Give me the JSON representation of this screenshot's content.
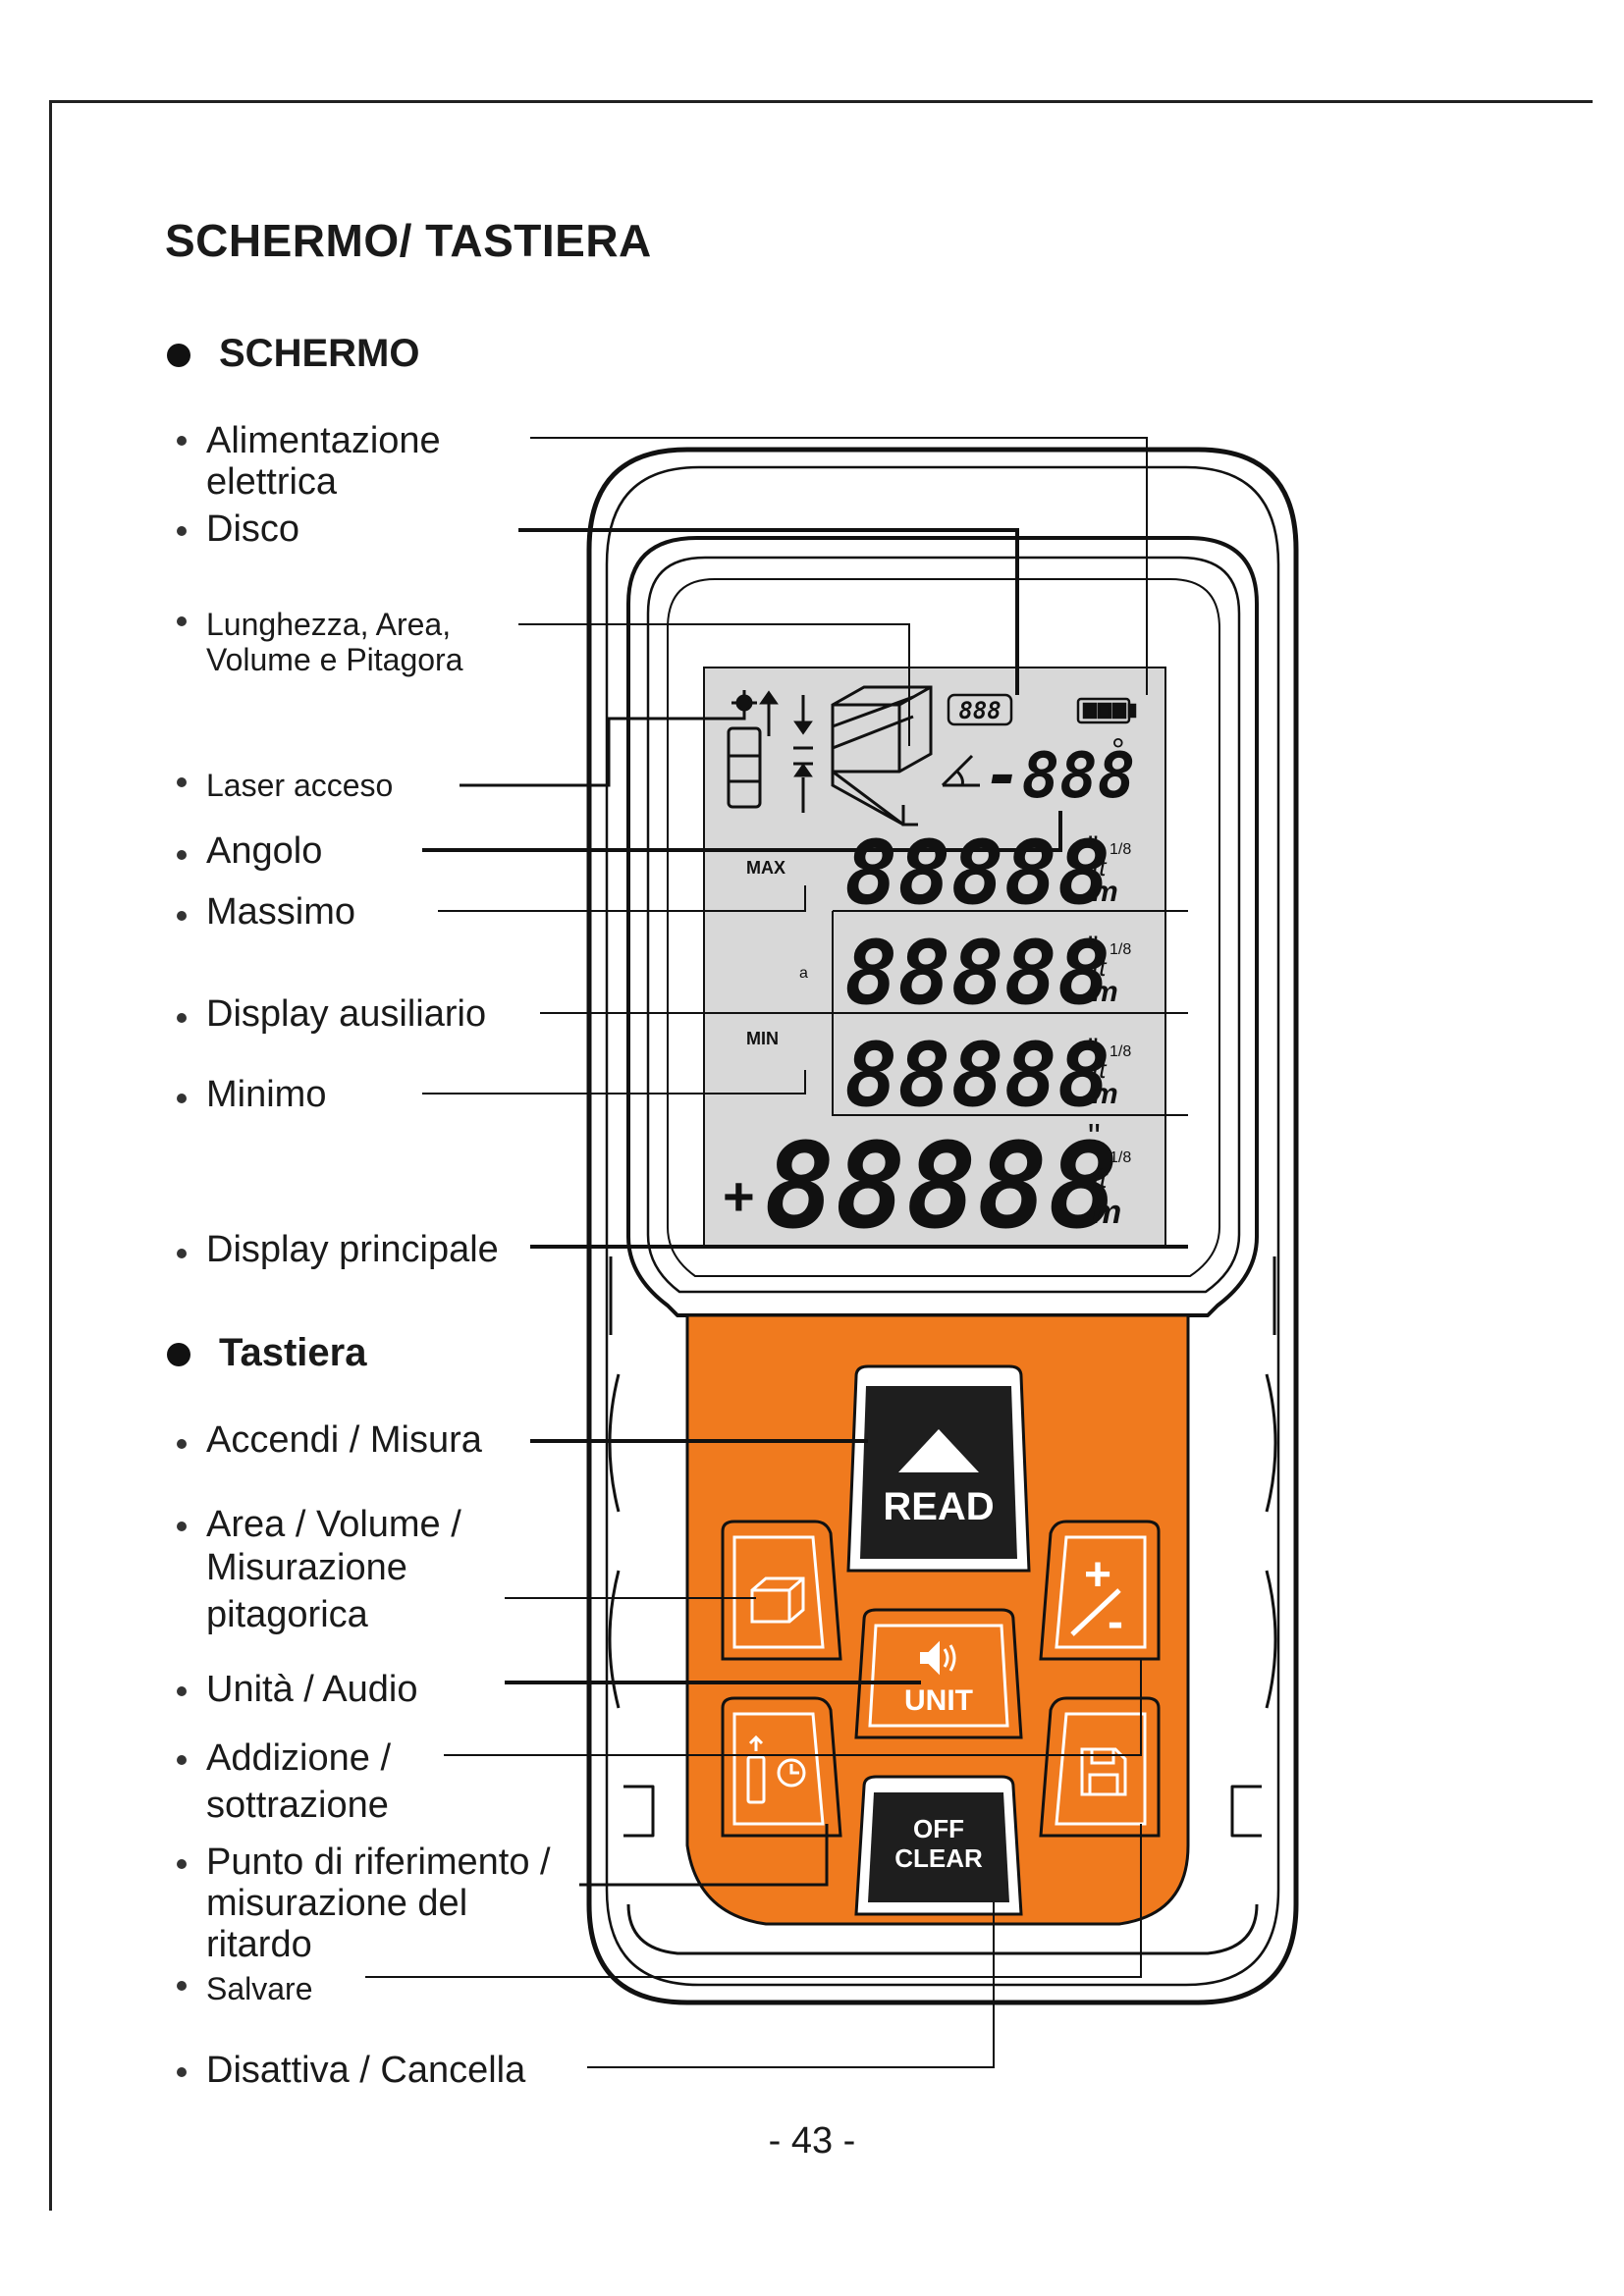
{
  "page": {
    "title": "SCHERMO/ TASTIERA",
    "page_number": "- 43 -"
  },
  "screen_section": {
    "heading": "SCHERMO",
    "labels": {
      "power": [
        "Alimentazione",
        "elettrica"
      ],
      "record": "Disco",
      "modes": [
        "Lunghezza, Area,",
        "Volume e Pitagora"
      ],
      "laser": "Laser acceso",
      "angle": "Angolo",
      "maximum": "Massimo",
      "aux": "Display ausiliario",
      "minimum": "Minimo",
      "main": "Display principale"
    }
  },
  "keypad_section": {
    "heading": "Tastiera",
    "labels": {
      "on_measure": "Accendi / Misura",
      "area_volume": [
        "Area / Volume /",
        "Misurazione",
        "pitagorica"
      ],
      "unit_audio": "Unità / Audio",
      "add_sub": [
        "Addizione /",
        "sottrazione"
      ],
      "ref_delay": [
        "Punto di riferimento /",
        "misurazione del",
        "ritardo"
      ],
      "save": "Salvare",
      "off_clear": "Disattiva / Cancella"
    }
  },
  "lcd": {
    "record_counter": "888",
    "angle_value": "-888",
    "degree": "°",
    "max_tag": "MAX",
    "min_tag": "MIN",
    "digits": "88888",
    "main_digits": "88888",
    "sign": "+",
    "unit_ft": "ft",
    "unit_m": "m",
    "unit_in": "in",
    "unit_frac": "1/8",
    "inch_mark": "\"",
    "aux_tag": "a"
  },
  "keys": {
    "read": "READ",
    "unit": "UNIT",
    "off": "OFF",
    "clear": "CLEAR",
    "plus": "+",
    "minus": "-"
  },
  "colors": {
    "keypad": "#F07A1E",
    "lcd_bg": "#D8D8D8",
    "key_dark": "#1E1E1E"
  }
}
